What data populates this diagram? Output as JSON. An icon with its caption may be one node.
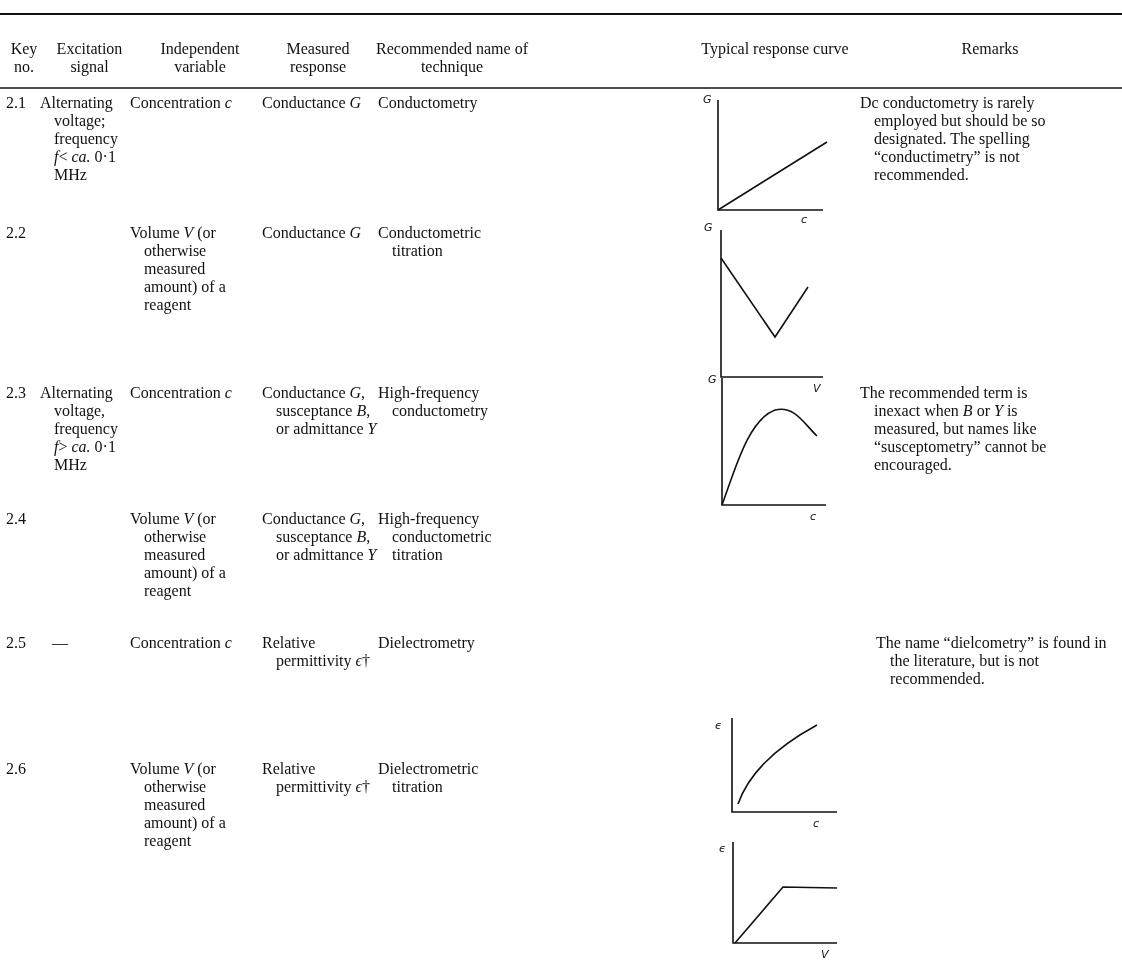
{
  "diagram": {
    "labels": [
      "Key no.",
      "Excitation signal",
      "Independent variable",
      "Measured response",
      "Recommended name of technique",
      "Typical response curve",
      "Remarks",
      "2.1",
      "Alternating voltage; frequency *f*< *ca.* 0·1 MHz",
      "Concentration *c*",
      "Conductance *G*",
      "Conductometry",
      "G",
      "c",
      "Dc conductometry is rarely employed but should be so designated. The spelling “conductimetry” is not recommended.",
      "2.2",
      "Volume *V* (or otherwise measured amount) of a reagent",
      "Conductance *G*",
      "Conductometric titration",
      "G",
      "V",
      "2.3",
      "Alternating voltage, frequency *f*> *ca.* 0·1 MHz",
      "Concentration *c*",
      "Conductance *G*, susceptance *B*, or admittance *Y*",
      "High-frequency conductometry",
      "G",
      "c",
      "The recommended term is inexact when *B* or *Y* is measured, but names like “susceptometry” cannot be encouraged.",
      "2.4",
      "Volume *V* (or otherwise measured amount) of a reagent",
      "Conductance *G*, susceptance *B*, or admittance *Y*",
      "High-frequency conductometric titration",
      "2.5",
      "—",
      "Concentration *c*",
      "Relative permittivity *ϵ*†",
      "Dielectrometry",
      "ϵ",
      "c",
      "The name “dielcometry” is found in the literature, but is not recommended.",
      "2.6",
      "Volume *V* (or otherwise measured amount) of a reagent",
      "Relative permittivity *ϵ*†",
      "Dielectrometric titration",
      "ϵ",
      "V"
    ]
  }
}
